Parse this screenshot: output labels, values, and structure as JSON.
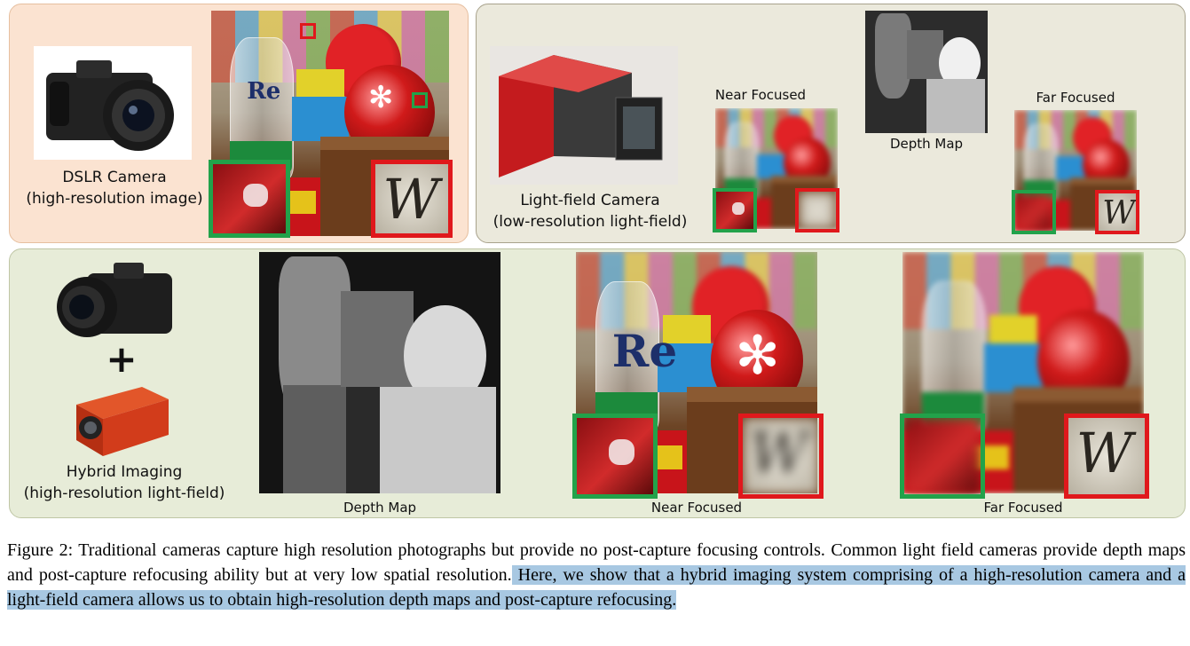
{
  "colors": {
    "green_inset": "#22a24a",
    "red_inset": "#e0181c",
    "highlight": "#a8c8e2"
  },
  "top_left": {
    "camera_label": [
      "DSLR Camera",
      "(high-resolution image)"
    ],
    "icon": "dslr-camera-icon"
  },
  "top_right": {
    "camera_label": [
      "Light-field Camera",
      "(low-resolution light-field)"
    ],
    "near_label": "Near Focused",
    "depth_label": "Depth Map",
    "far_label": "Far Focused",
    "icon": "light-field-camera-icon"
  },
  "bottom": {
    "camera_label": [
      "Hybrid Imaging",
      "(high-resolution light-field)"
    ],
    "plus": "+",
    "depth_label": "Depth Map",
    "near_label": "Near Focused",
    "far_label": "Far Focused"
  },
  "caption": {
    "plain": "Figure 2: Traditional cameras capture high resolution photographs but provide no post-capture focusing controls. Common light field cameras provide depth maps and post-capture refocusing ability but at very low spatial resolution.",
    "highlighted": " Here, we show that a hybrid imaging system comprising of a high-resolution camera and a light-field camera allows us to obtain high-resolution depth maps and post-capture refocusing."
  },
  "scene_text": {
    "re": "Re",
    "w": "W"
  }
}
